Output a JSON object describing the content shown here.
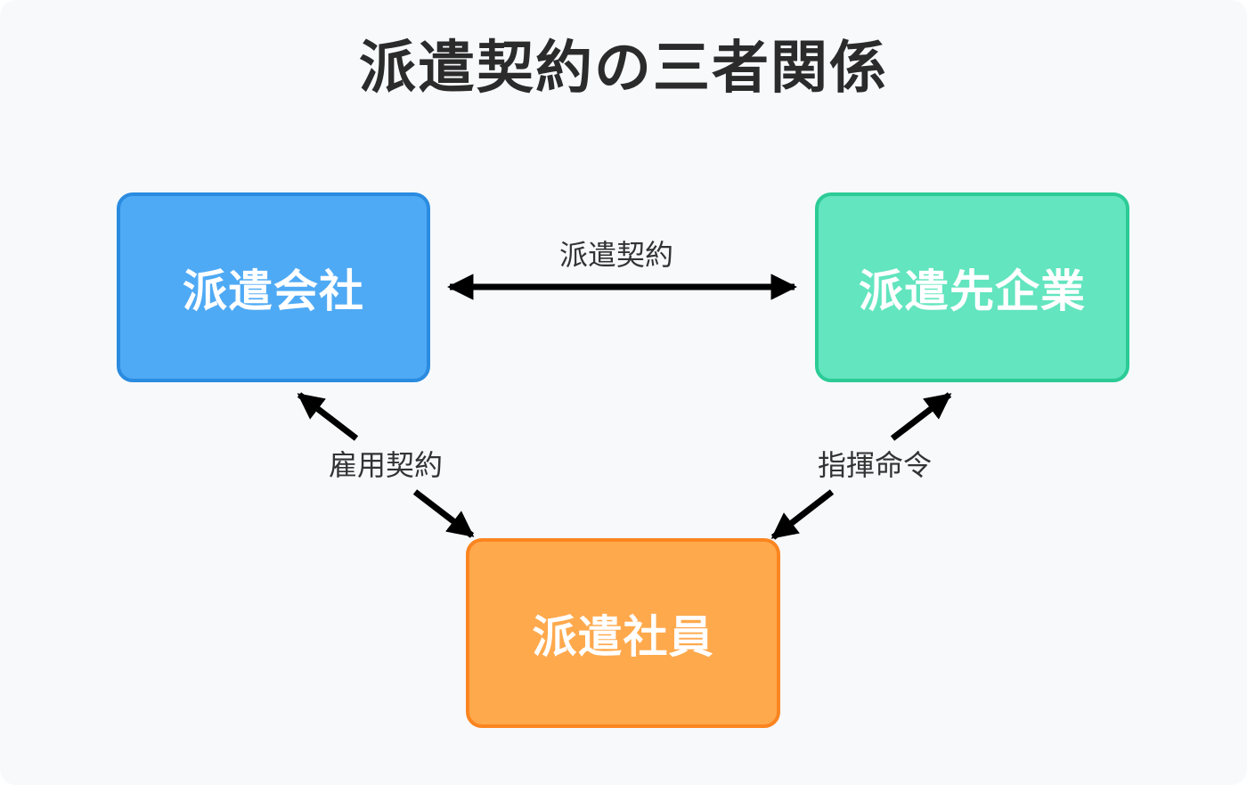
{
  "title": "派遣契約の三者関係",
  "nodes": {
    "dispatch_company": {
      "label": "派遣会社",
      "fill": "#4faaf5",
      "border": "#2a8be0"
    },
    "client_company": {
      "label": "派遣先企業",
      "fill": "#63e5bf",
      "border": "#2ccb96"
    },
    "dispatched_worker": {
      "label": "派遣社員",
      "fill": "#ffa94d",
      "border": "#fb8520"
    }
  },
  "edges": {
    "dispatch_contract": {
      "label": "派遣契約"
    },
    "employment_contract": {
      "label": "雇用契約"
    },
    "command_instruction": {
      "label": "指揮命令"
    }
  },
  "colors": {
    "background": "#f7f9fb",
    "arrow": "#000000",
    "title": "#2b2b2b"
  }
}
